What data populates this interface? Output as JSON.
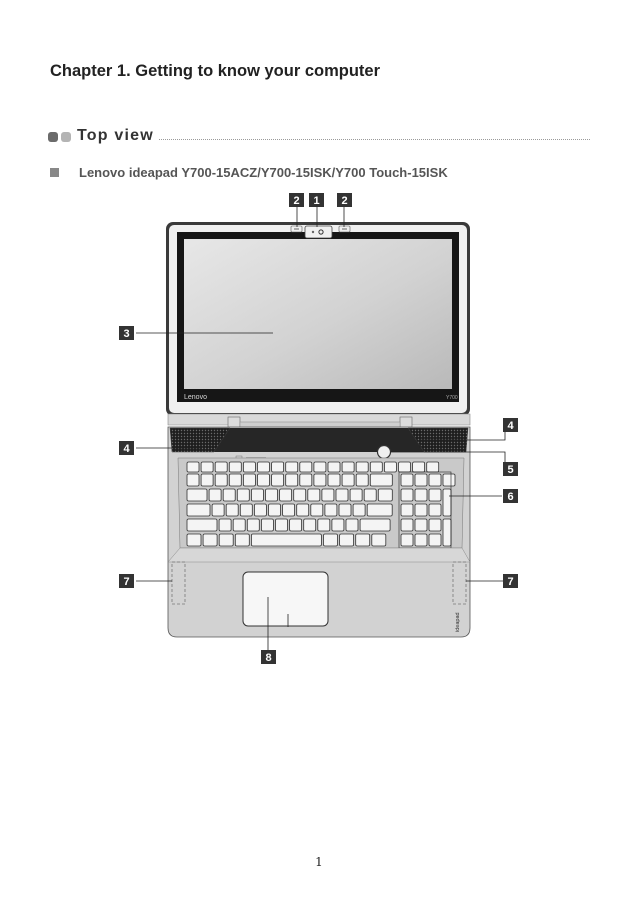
{
  "chapter_title": "Chapter 1. Getting to know your computer",
  "section_title": "Top view",
  "model_name": "Lenovo ideapad Y700-15ACZ/Y700-15ISK/Y700 Touch-15ISK",
  "screen_logo": "Lenovo",
  "screen_model": "Y700",
  "palmrest_brand": "ideapad",
  "callouts": {
    "camera": "1",
    "mic_left": "2",
    "mic_right": "2",
    "display": "3",
    "speaker_left": "4",
    "speaker_right": "4",
    "power": "5",
    "numpad": "6",
    "nfc_left": "7",
    "nfc_right": "7",
    "touchpad": "8"
  },
  "page_number": "1",
  "colors": {
    "callout_bg": "#333333",
    "body_gray": "#d2d2d2"
  }
}
